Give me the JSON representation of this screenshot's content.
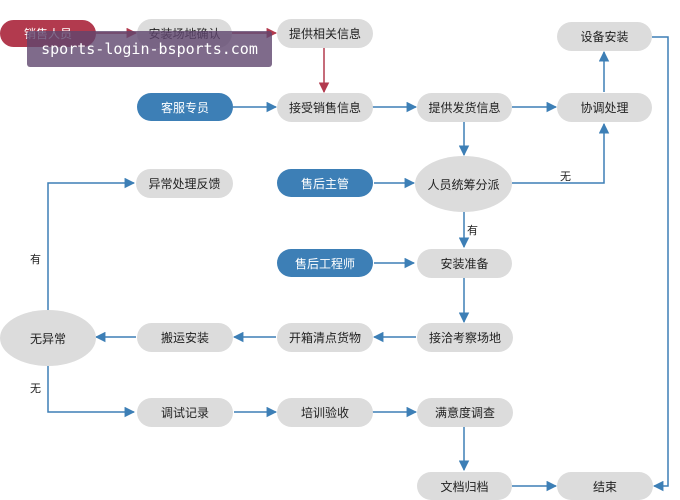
{
  "nodes": {
    "sales_person": "销售人员",
    "site_confirm": "安装场地确认",
    "provide_info": "提供相关信息",
    "equip_install": "设备安装",
    "cs_specialist": "客服专员",
    "accept_sales_info": "接受销售信息",
    "provide_shipping": "提供发货信息",
    "coordinate": "协调处理",
    "abnormal_feedback": "异常处理反馈",
    "aftersales_supervisor": "售后主管",
    "staff_dispatch": "人员统筹分派",
    "aftersales_engineer": "售后工程师",
    "install_prep": "安装准备",
    "no_abnormal": "无异常",
    "carry_install": "搬运安装",
    "unpack_check": "开箱清点货物",
    "site_survey": "接洽考察场地",
    "debug_record": "调试记录",
    "training_accept": "培训验收",
    "satisfaction_survey": "满意度调查",
    "archive": "文档归档",
    "end": "结束"
  },
  "labels": {
    "yes_dispatch": "有",
    "no_dispatch": "无",
    "yes_abnormal": "有",
    "no_abnormal": "无"
  },
  "watermark": "sports-login-bsports.com",
  "colors": {
    "node_gray": "#dcdcdc",
    "node_blue": "#3d7fb6",
    "node_red": "#b23a4e",
    "arrow_blue": "#3d7fb6",
    "arrow_red": "#b23a4e"
  }
}
